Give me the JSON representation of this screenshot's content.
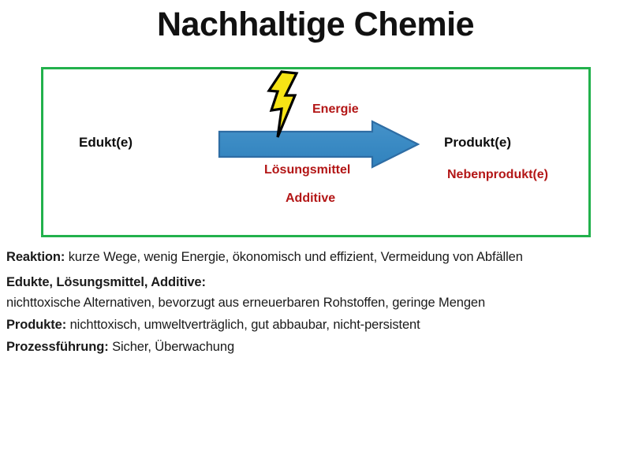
{
  "slide": {
    "title": "Nachhaltige Chemie",
    "background_color": "#FFFFFF"
  },
  "diagram": {
    "frame_color": "#22B14C",
    "accent_red": "#B31616",
    "arrow_color": "#3C8DC5",
    "arrow_outline_color": "#2E6DA4",
    "bolt_color": "#F7E415",
    "bolt_outline_color": "#000000",
    "labels": {
      "educts": "Edukt(e)",
      "products": "Produkt(e)",
      "byproducts": "Nebenprodukt(e)",
      "energy": "Energie",
      "solvent": "Lösungsmittel",
      "additives": "Additive"
    },
    "icons": {
      "arrow": "right-block-arrow-icon",
      "bolt": "lightning-bolt-icon"
    }
  },
  "notes": [
    {
      "lead": "Reaktion:",
      "rest": " kurze Wege, wenig Energie, ökonomisch und effizient, Vermeidung von Abfällen"
    },
    {
      "lead": "Edukte, Lösungsmittel, Additive:",
      "rest": ""
    },
    {
      "lead": "",
      "rest": "nichttoxische Alternativen,  bevorzugt aus erneuerbaren Rohstoffen, geringe Mengen"
    },
    {
      "lead": "Produkte:",
      "rest": " nichttoxisch,  umweltverträglich, gut abbaubar, nicht-persistent"
    },
    {
      "lead": "Prozessführung:",
      "rest": " Sicher, Überwachung"
    }
  ]
}
